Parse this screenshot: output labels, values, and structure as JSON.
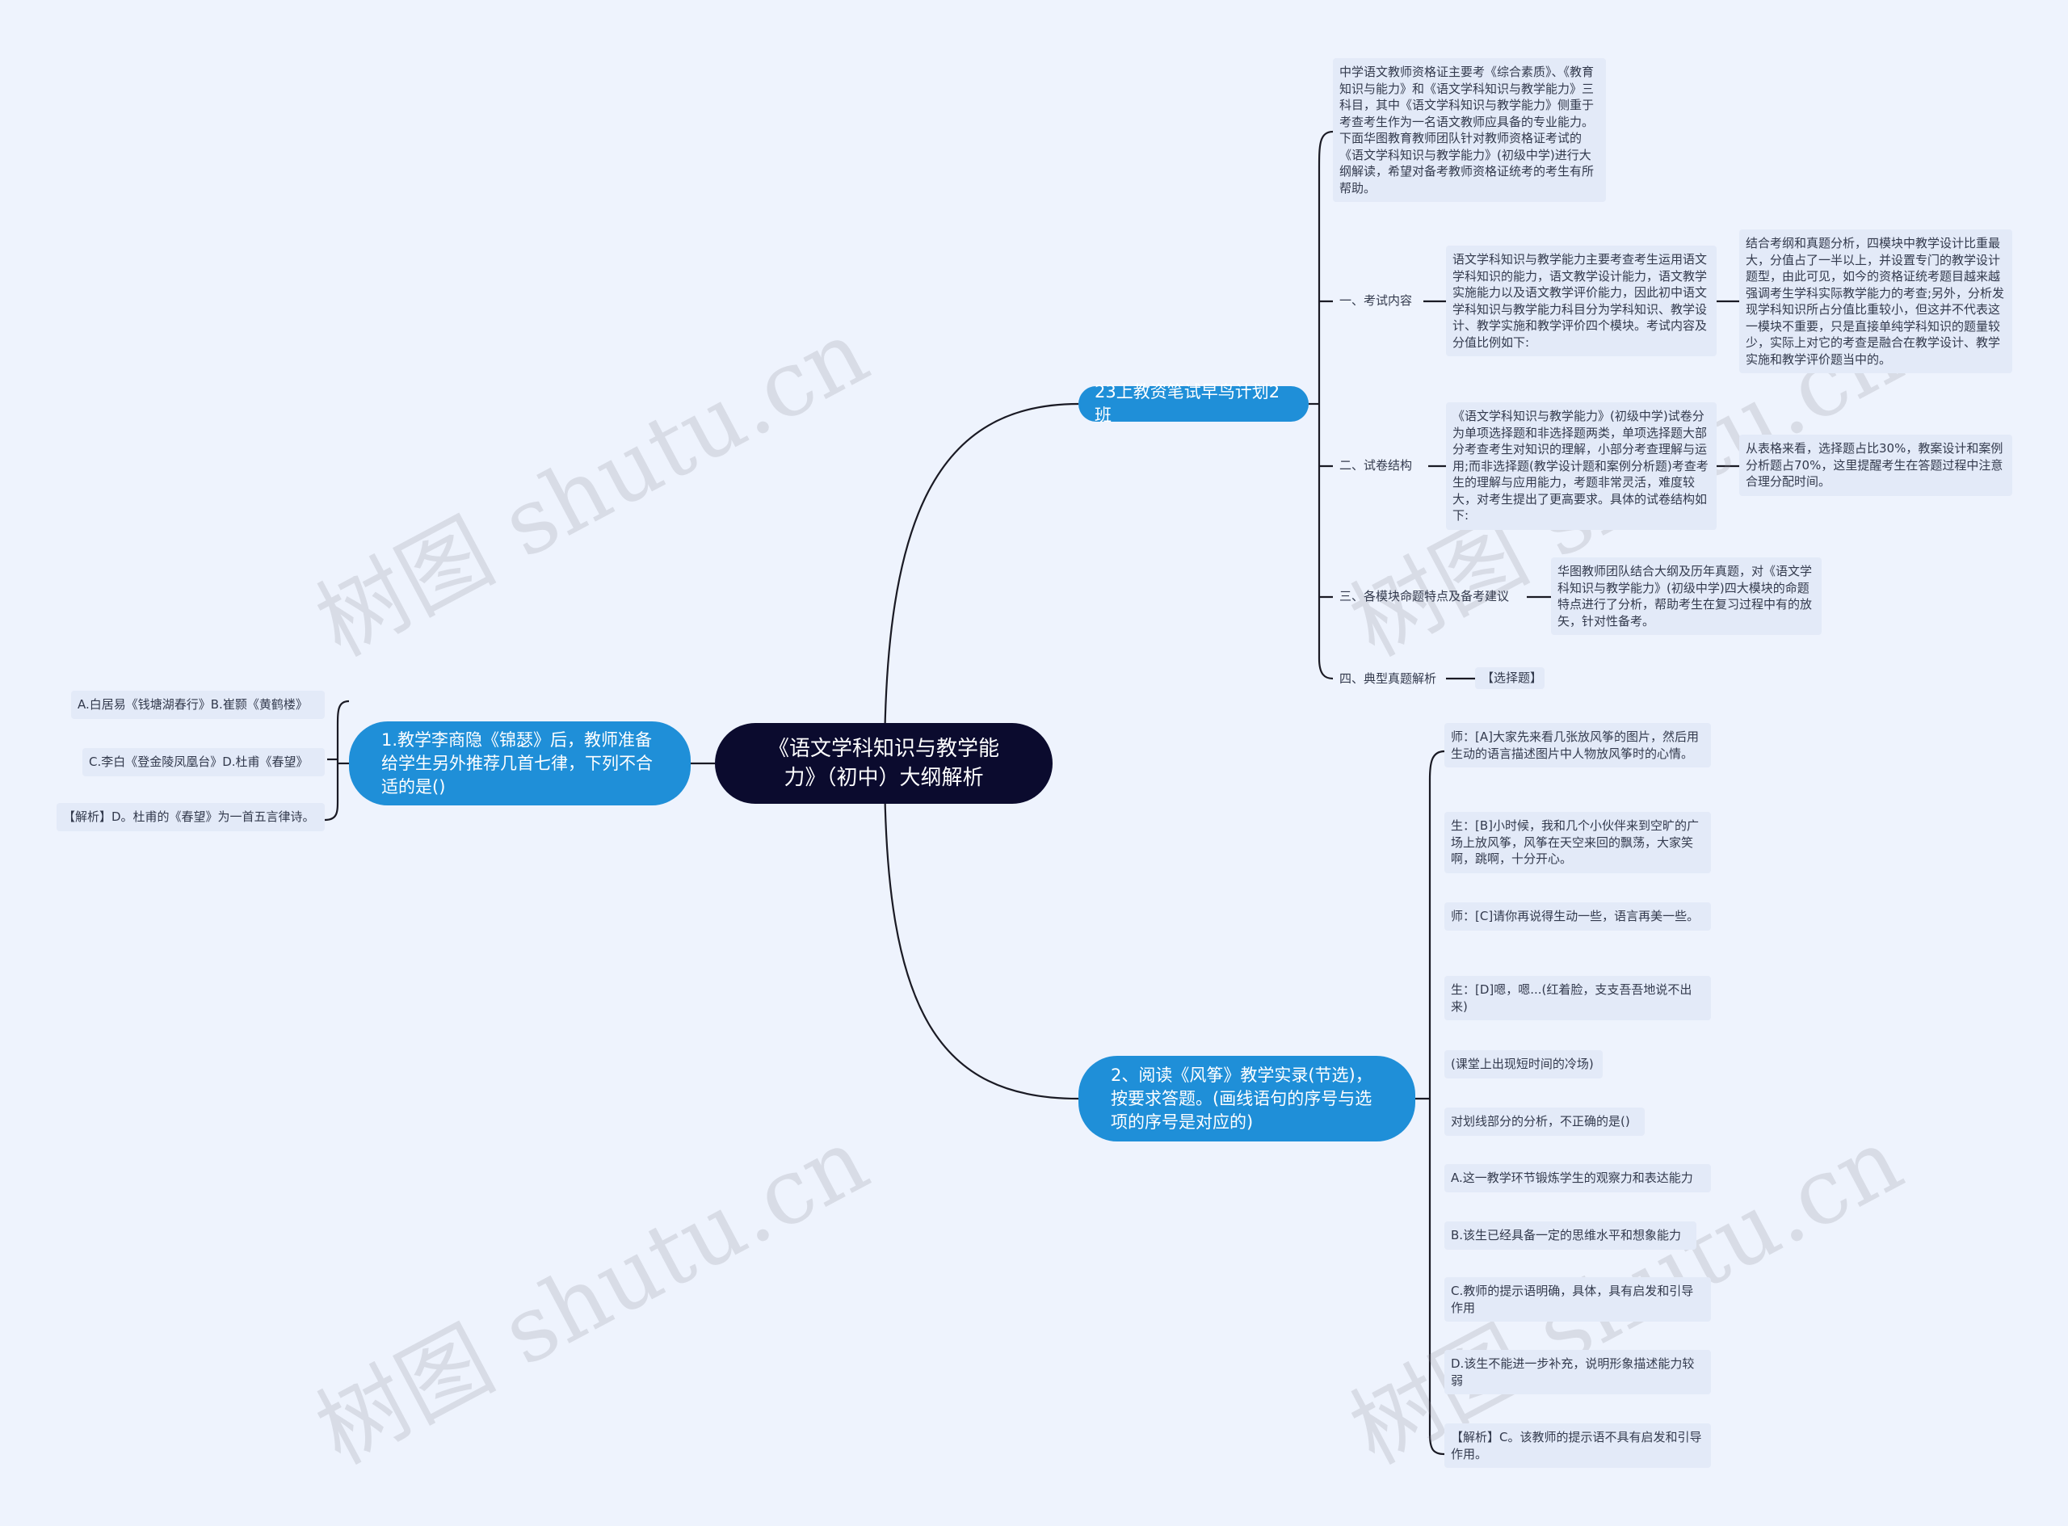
{
  "center": {
    "title": "《语文学科知识与教学能力》（初中）大纲解析"
  },
  "branches": {
    "plan": {
      "label": "23上教资笔试早鸟计划2班",
      "intro": "中学语文教师资格证主要考《综合素质》、《教育知识与能力》和《语文学科知识与教学能力》三科目，其中《语文学科知识与教学能力》侧重于考查考生作为一名语文教师应具备的专业能力。下面华图教育教师团队针对教师资格证考试的《语文学科知识与教学能力》(初级中学)进行大纲解读，希望对备考教师资格证统考的考生有所帮助。",
      "sections": [
        {
          "label": "一、考试内容",
          "text": "语文学科知识与教学能力主要考查考生运用语文学科知识的能力，语文教学设计能力，语文教学实施能力以及语文教学评价能力，因此初中语文学科知识与教学能力科目分为学科知识、教学设计、教学实施和教学评价四个模块。考试内容及分值比例如下:",
          "note": "结合考纲和真题分析，四模块中教学设计比重最大，分值占了一半以上，并设置专门的教学设计题型，由此可见，如今的资格证统考题目越来越强调考生学科实际教学能力的考查;另外，分析发现学科知识所占分值比重较小，但这并不代表这一模块不重要，只是直接单纯学科知识的题量较少，实际上对它的考查是融合在教学设计、教学实施和教学评价题当中的。"
        },
        {
          "label": "二、试卷结构",
          "text": "《语文学科知识与教学能力》(初级中学)试卷分为单项选择题和非选择题两类，单项选择题大部分考查考生对知识的理解，小部分考查理解与运用;而非选择题(教学设计题和案例分析题)考查考生的理解与应用能力，考题非常灵活，难度较大，对考生提出了更高要求。具体的试卷结构如下:",
          "note": "从表格来看，选择题占比30%，教案设计和案例分析题占70%，这里提醒考生在答题过程中注意合理分配时间。"
        },
        {
          "label": "三、各模块命题特点及备考建议",
          "text": "华图教师团队结合大纲及历年真题，对《语文学科知识与教学能力》(初级中学)四大模块的命题特点进行了分析，帮助考生在复习过程中有的放矢，针对性备考。"
        },
        {
          "label": "四、典型真题解析",
          "text": "【选择题】"
        }
      ]
    },
    "q1": {
      "label": "1.教学李商隐《锦瑟》后，教师准备给学生另外推荐几首七律，下列不合适的是()",
      "options": [
        "A.白居易《钱塘湖春行》B.崔颢《黄鹤楼》",
        "C.李白《登金陵凤凰台》D.杜甫《春望》",
        "【解析】D。杜甫的《春望》为一首五言律诗。"
      ]
    },
    "q2": {
      "label": "2、阅读《风筝》教学实录(节选)，按要求答题。(画线语句的序号与选项的序号是对应的)",
      "items": [
        "师：[A]大家先来看几张放风筝的图片，然后用生动的语言描述图片中人物放风筝时的心情。",
        "生：[B]小时候，我和几个小伙伴来到空旷的广场上放风筝，风筝在天空来回的飘荡，大家笑啊，跳啊，十分开心。",
        "师：[C]请你再说得生动一些，语言再美一些。",
        "生：[D]嗯，嗯...(红着脸，支支吾吾地说不出来)",
        "(课堂上出现短时间的冷场)",
        "对划线部分的分析，不正确的是()",
        "A.这一教学环节锻炼学生的观察力和表达能力",
        "B.该生已经具备一定的思维水平和想象能力",
        "C.教师的提示语明确，具体，具有启发和引导作用",
        "D.该生不能进一步补充，说明形象描述能力较弱",
        "【解析】C。该教师的提示语不具有启发和引导作用。"
      ]
    }
  },
  "watermark": "树图 shutu.cn"
}
